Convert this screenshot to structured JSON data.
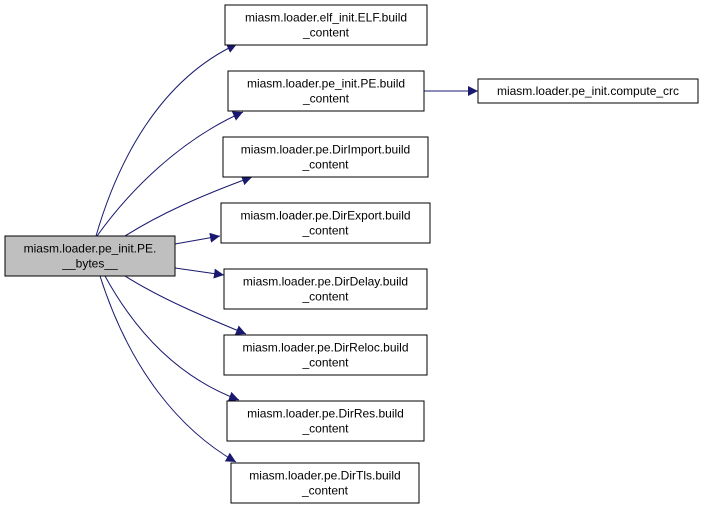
{
  "colors": {
    "edge": "#191970",
    "node_border": "#000000",
    "node_fill": "#ffffff",
    "root_fill": "#bfbfbf"
  },
  "nodes": [
    {
      "id": "root",
      "lines": [
        "miasm.loader.pe_init.PE.",
        "__bytes__"
      ],
      "highlight": true
    },
    {
      "id": "elf_build",
      "lines": [
        "miasm.loader.elf_init.ELF.build",
        "_content"
      ]
    },
    {
      "id": "pe_build",
      "lines": [
        "miasm.loader.pe_init.PE.build",
        "_content"
      ]
    },
    {
      "id": "compute_crc",
      "lines": [
        "miasm.loader.pe_init.compute_crc"
      ]
    },
    {
      "id": "dirimport",
      "lines": [
        "miasm.loader.pe.DirImport.build",
        "_content"
      ]
    },
    {
      "id": "direxport",
      "lines": [
        "miasm.loader.pe.DirExport.build",
        "_content"
      ]
    },
    {
      "id": "dirdelay",
      "lines": [
        "miasm.loader.pe.DirDelay.build",
        "_content"
      ]
    },
    {
      "id": "dirreloc",
      "lines": [
        "miasm.loader.pe.DirReloc.build",
        "_content"
      ]
    },
    {
      "id": "dirres",
      "lines": [
        "miasm.loader.pe.DirRes.build",
        "_content"
      ]
    },
    {
      "id": "dirtls",
      "lines": [
        "miasm.loader.pe.DirTls.build",
        "_content"
      ]
    }
  ],
  "edges": [
    {
      "from": "root",
      "to": "elf_build"
    },
    {
      "from": "root",
      "to": "pe_build"
    },
    {
      "from": "pe_build",
      "to": "compute_crc"
    },
    {
      "from": "root",
      "to": "dirimport"
    },
    {
      "from": "root",
      "to": "direxport"
    },
    {
      "from": "root",
      "to": "dirdelay"
    },
    {
      "from": "root",
      "to": "dirreloc"
    },
    {
      "from": "root",
      "to": "dirres"
    },
    {
      "from": "root",
      "to": "dirtls"
    }
  ]
}
